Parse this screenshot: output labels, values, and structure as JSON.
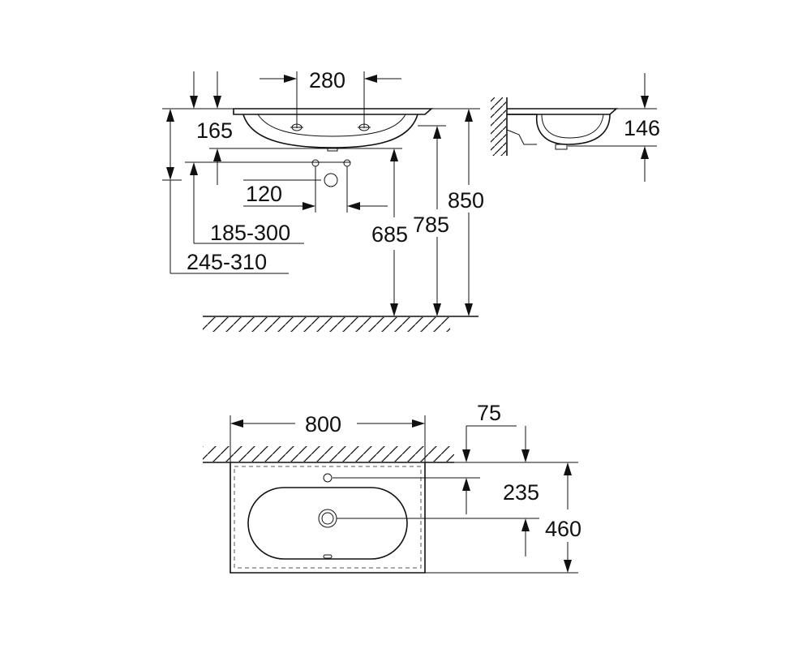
{
  "drawing": {
    "dims": {
      "tap_spacing": "280",
      "basin_depth": "165",
      "waste_spacing": "120",
      "trap_height_range": "185-300",
      "supply_height_range": "245-310",
      "height_685": "685",
      "height_785": "785",
      "height_850": "850",
      "side_depth": "146",
      "width": "800",
      "wall_offset": "75",
      "drain_offset": "235",
      "depth": "460"
    },
    "line_color": "#111111"
  }
}
